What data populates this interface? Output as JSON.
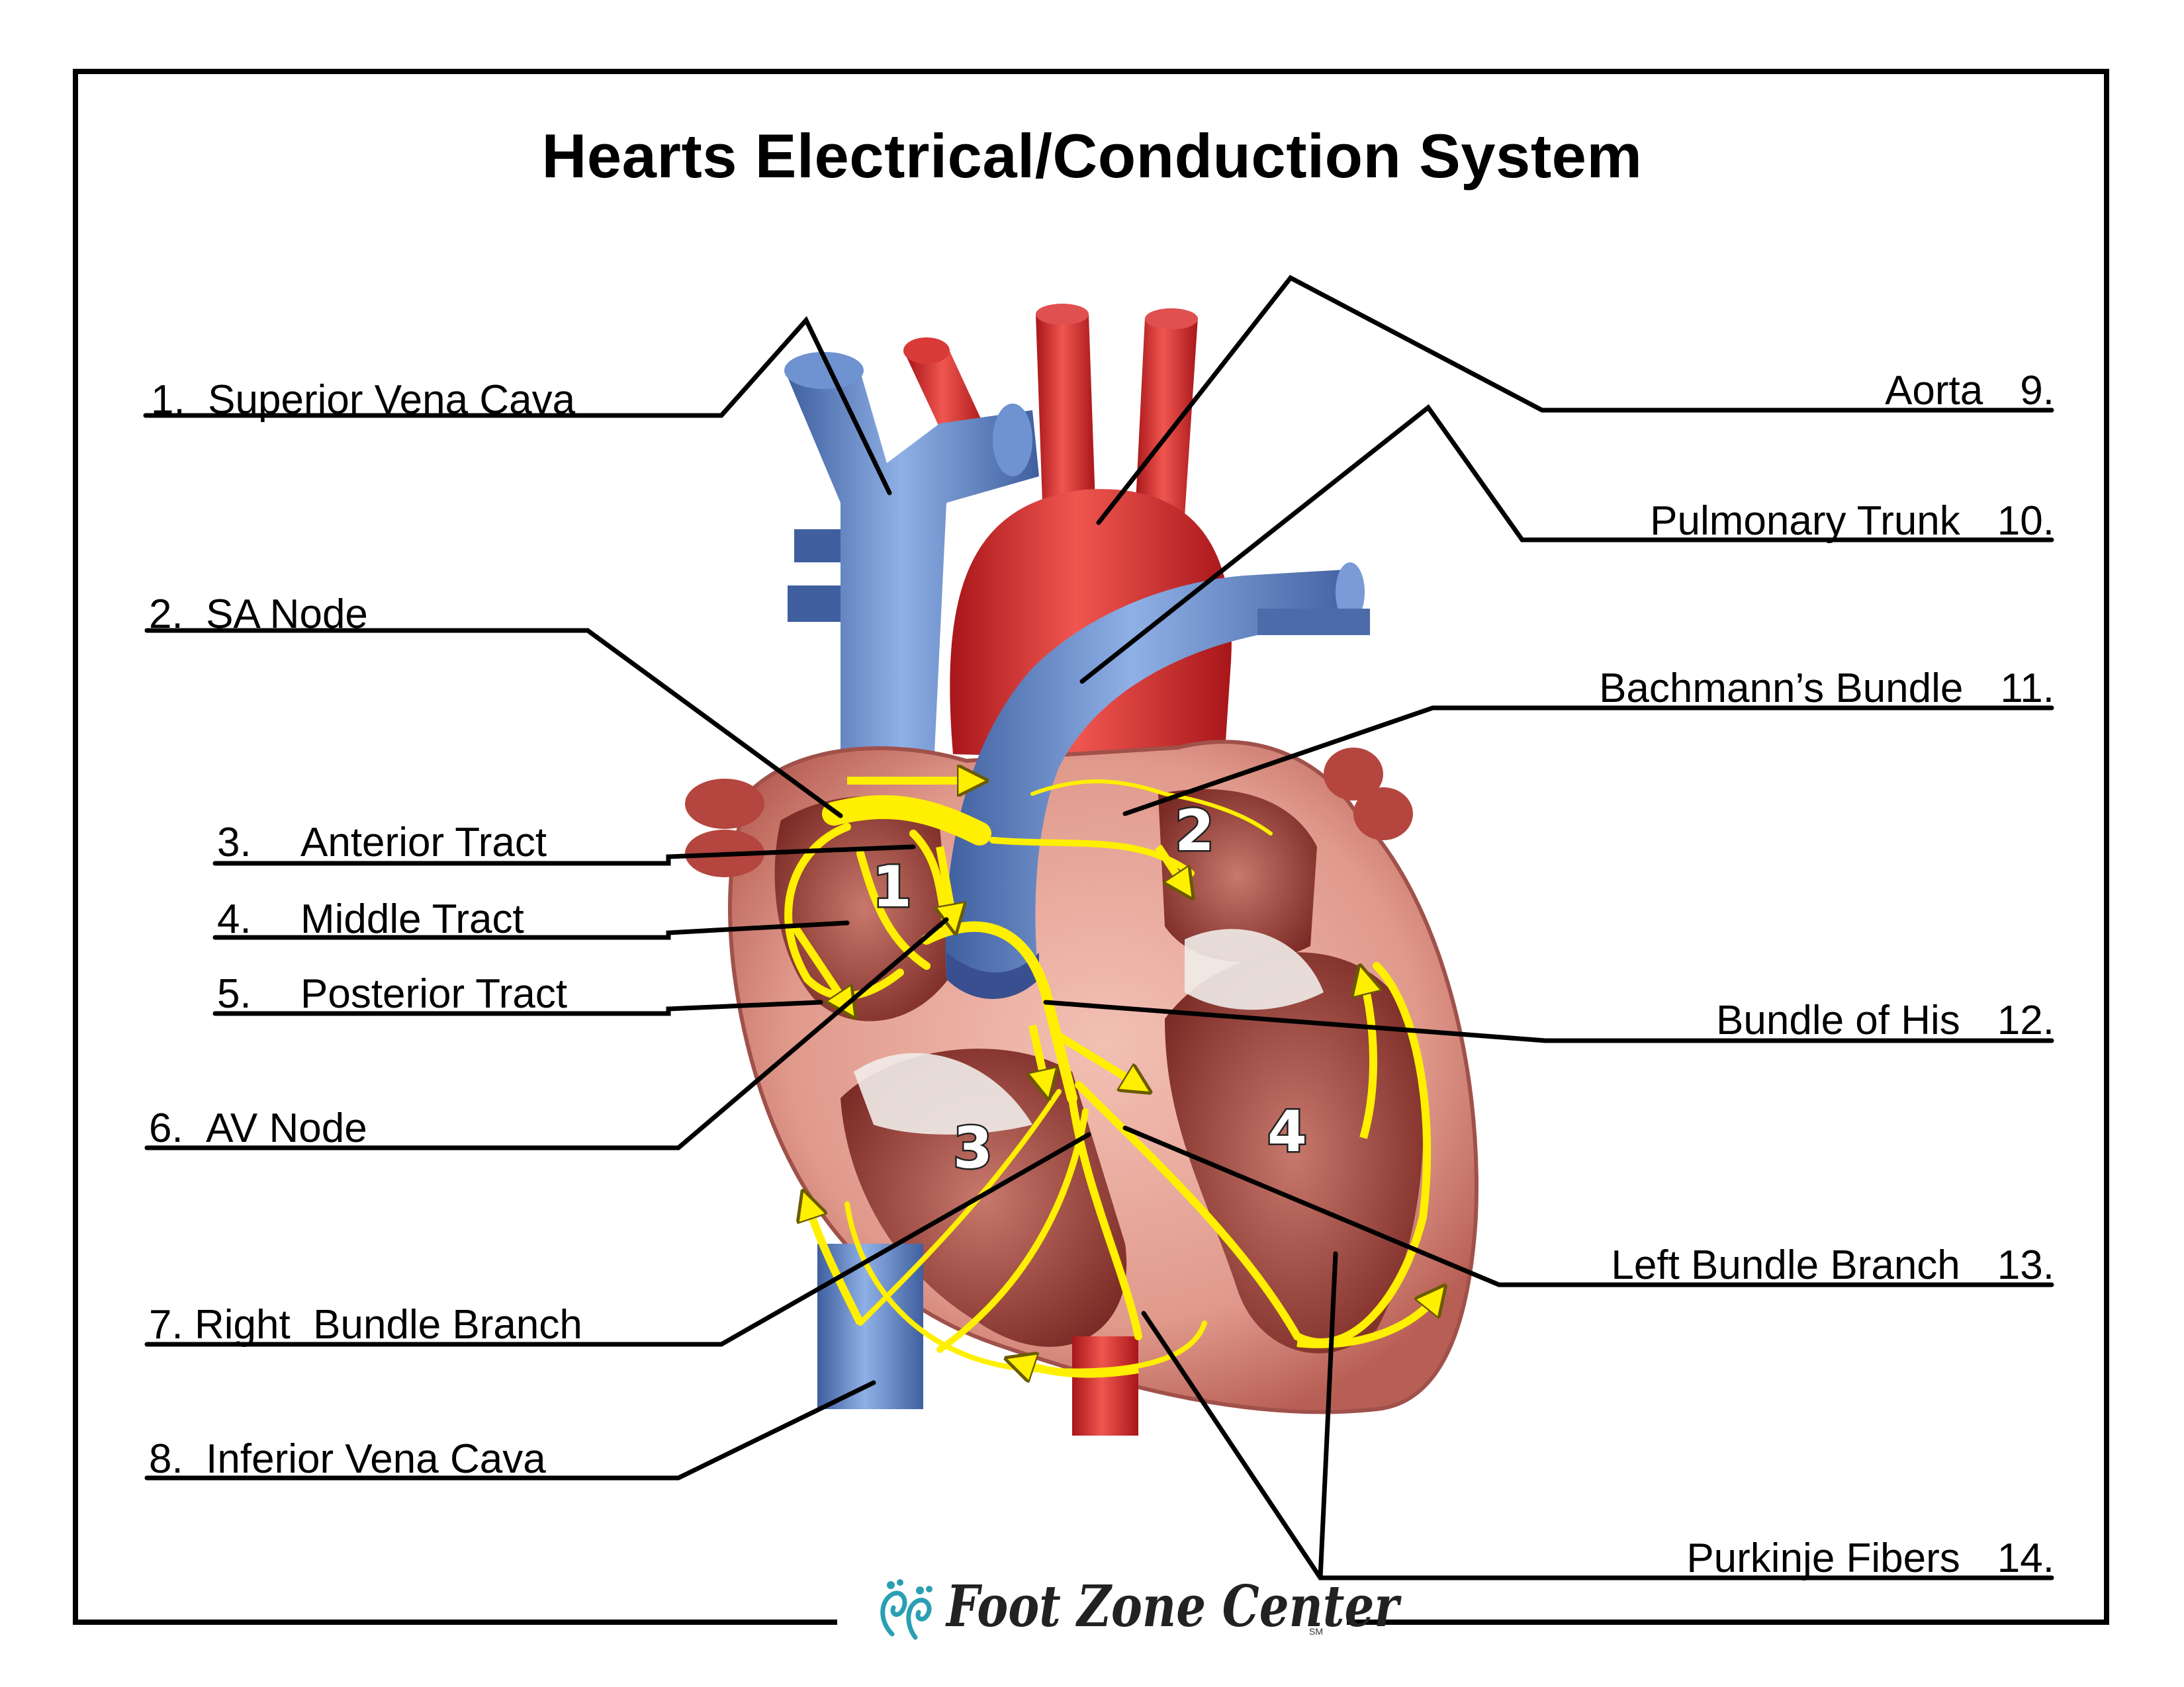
{
  "title": "Hearts Electrical/Conduction System",
  "labels_left": [
    {
      "id": "superior-vena-cava",
      "num": "1.",
      "text": "Superior Vena Cava"
    },
    {
      "id": "sa-node",
      "num": "2.",
      "text": "SA Node"
    },
    {
      "id": "anterior-tract",
      "num": "3.",
      "text": "Anterior Tract"
    },
    {
      "id": "middle-tract",
      "num": "4.",
      "text": "Middle Tract"
    },
    {
      "id": "posterior-tract",
      "num": "5.",
      "text": "Posterior Tract"
    },
    {
      "id": "av-node",
      "num": "6.",
      "text": "AV Node"
    },
    {
      "id": "right-bundle-branch",
      "num": "7.",
      "text": "Right  Bundle Branch"
    },
    {
      "id": "inferior-vena-cava",
      "num": "8.",
      "text": "Inferior Vena Cava"
    }
  ],
  "labels_right": [
    {
      "id": "aorta",
      "num": "9.",
      "text": "Aorta"
    },
    {
      "id": "pulmonary-trunk",
      "num": "10.",
      "text": "Pulmonary Trunk"
    },
    {
      "id": "bachmanns-bundle",
      "num": "11.",
      "text": "Bachmann’s Bundle"
    },
    {
      "id": "bundle-of-his",
      "num": "12.",
      "text": "Bundle of His"
    },
    {
      "id": "left-bundle-branch",
      "num": "13.",
      "text": "Left Bundle Branch"
    },
    {
      "id": "purkinje-fibers",
      "num": "14.",
      "text": "Purkinje Fibers"
    }
  ],
  "chambers": [
    "1",
    "2",
    "3",
    "4"
  ],
  "logo": {
    "text": "Foot Zone Center",
    "mark": "SM"
  },
  "colors": {
    "vein": "#5b7fbf",
    "artery": "#d8292b",
    "muscle": "#e8a59a",
    "conduction": "#ffef00",
    "line": "#000000"
  }
}
